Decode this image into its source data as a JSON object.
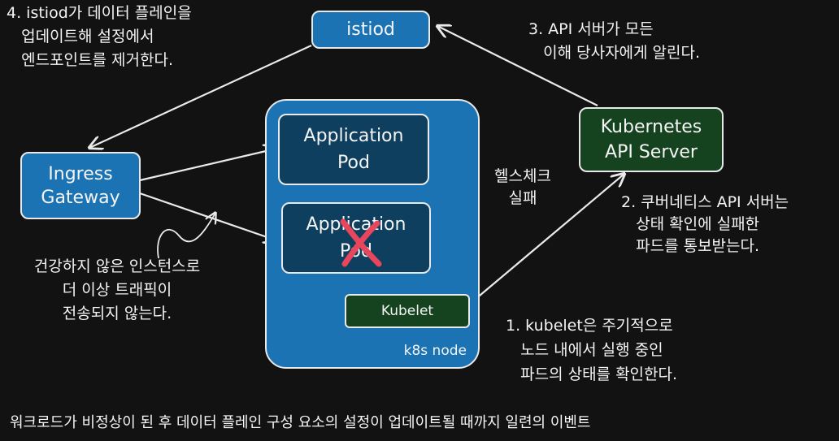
{
  "nodes": {
    "istiod": "istiod",
    "ingress_gateway": "Ingress\nGateway",
    "app_pod_1": "Application\nPod",
    "app_pod_2": "Application\nPod",
    "kubelet": "Kubelet",
    "k8s_node": "k8s node",
    "api_server": "Kubernetes\nAPI Server"
  },
  "annotations": {
    "step4": "4. istiod가 데이터 플레인을\n   업데이트해 설정에서\n   엔드포인트를 제거한다.",
    "step3": "3. API 서버가 모든\n   이해 당사자에게 알린다.",
    "step2": "2. 쿠버네티스 API 서버는\n   상태 확인에 실패한\n   파드를 통보받는다.",
    "step1": "1. kubelet은 주기적으로\n   노드 내에서 실행 중인\n   파드의 상태를 확인한다.",
    "health_check": "헬스체크\n실패",
    "no_traffic": "건강하지 않은 인스턴스로\n더 이상 트래픽이\n전송되지 않는다.",
    "caption": "워크로드가 비정상이 된 후 데이터 플레인 구성 요소의 설정이 업데이트될 때까지 일련의 이벤트"
  },
  "colors": {
    "background": "#121212",
    "blue_box": "#1b73b3",
    "pod_box": "#0e3f5f",
    "green_box": "#16431f",
    "failure_mark": "#e8465c"
  }
}
